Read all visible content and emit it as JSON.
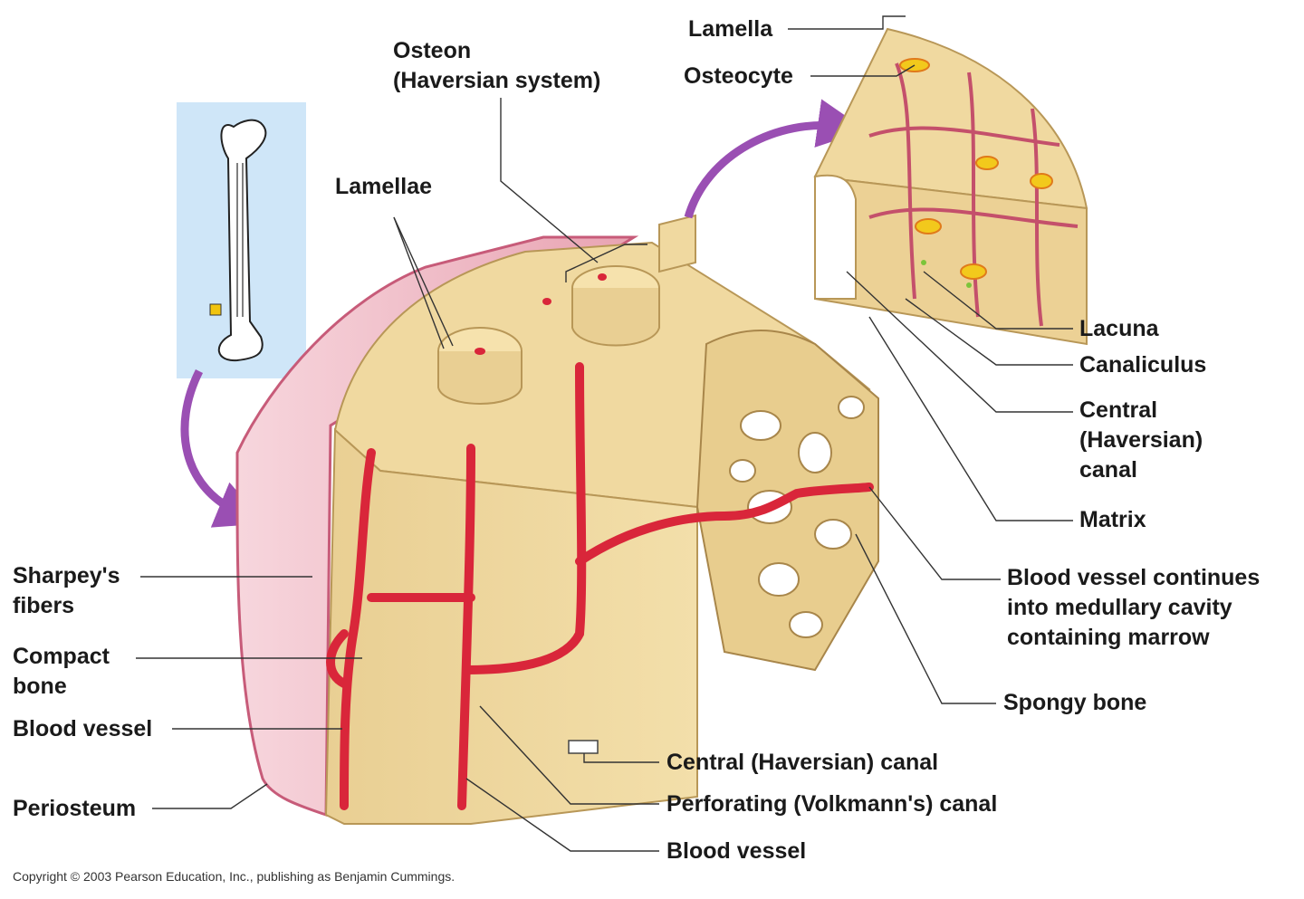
{
  "labels": {
    "lamella": "Lamella",
    "osteocyte": "Osteocyte",
    "osteon_line1": "Osteon",
    "osteon_line2": "(Haversian system)",
    "lamellae": "Lamellae",
    "lacuna": "Lacuna",
    "canaliculus": "Canaliculus",
    "central_canal_line1": "Central",
    "central_canal_line2": "(Haversian)",
    "central_canal_line3": "canal",
    "matrix": "Matrix",
    "bv_continues_line1": "Blood vessel continues",
    "bv_continues_line2": "into medullary cavity",
    "bv_continues_line3": "containing marrow",
    "spongy_bone": "Spongy bone",
    "sharpeys_line1": "Sharpey's",
    "sharpeys_line2": "fibers",
    "compact_line1": "Compact",
    "compact_line2": "bone",
    "blood_vessel_left": "Blood vessel",
    "periosteum": "Periosteum",
    "central_canal_bottom": "Central (Haversian) canal",
    "perforating_canal": "Perforating (Volkmann's) canal",
    "blood_vessel_bottom": "Blood vessel"
  },
  "copyright": "Copyright © 2003 Pearson Education, Inc., publishing as Benjamin Cummings.",
  "colors": {
    "bone": "#f0d9a0",
    "bone_shade": "#ddbf80",
    "vessel": "#d9263a",
    "periosteum": "#f3c2cc",
    "arrow": "#9a4fb3",
    "inset_bg": "#cfe6f8",
    "osteocyte": "#f2c91c"
  }
}
